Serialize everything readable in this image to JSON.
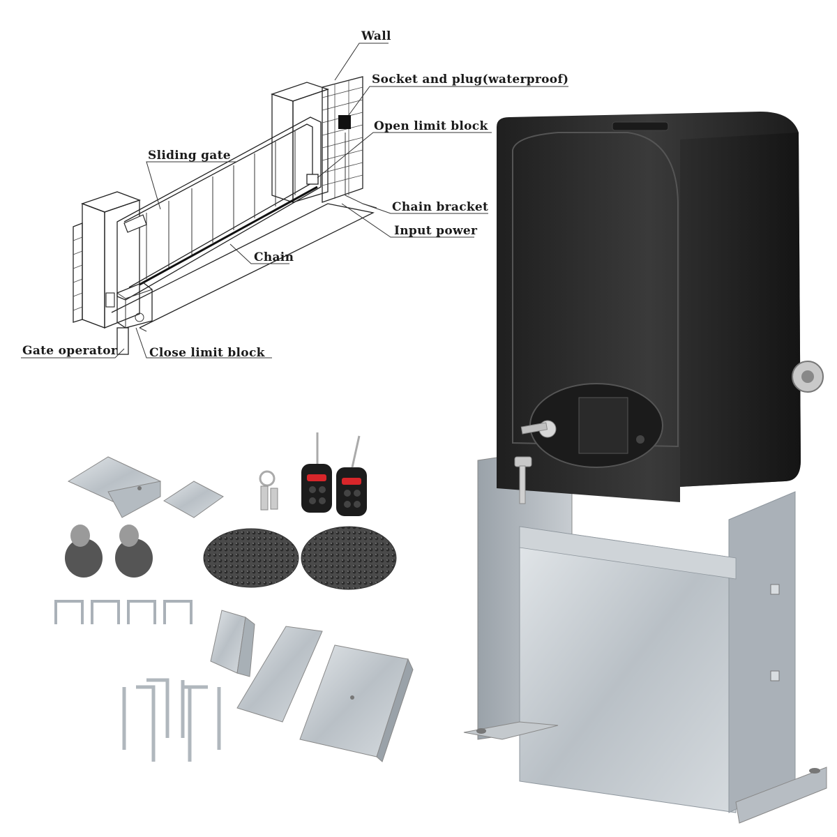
{
  "diagram": {
    "labels": {
      "wall": "Wall",
      "socket": "Socket and plug(waterproof)",
      "open_limit": "Open limit block",
      "sliding_gate": "Sliding gate",
      "chain_bracket": "Chain bracket",
      "input_power": "Input power",
      "chain": "Chain",
      "gate_operator": "Gate operator",
      "close_limit": "Close limit block"
    }
  },
  "product": {
    "motor_color": "#2b2b2b",
    "stand_color": "#c9ced4",
    "remote_button_red": "#d8262a"
  }
}
